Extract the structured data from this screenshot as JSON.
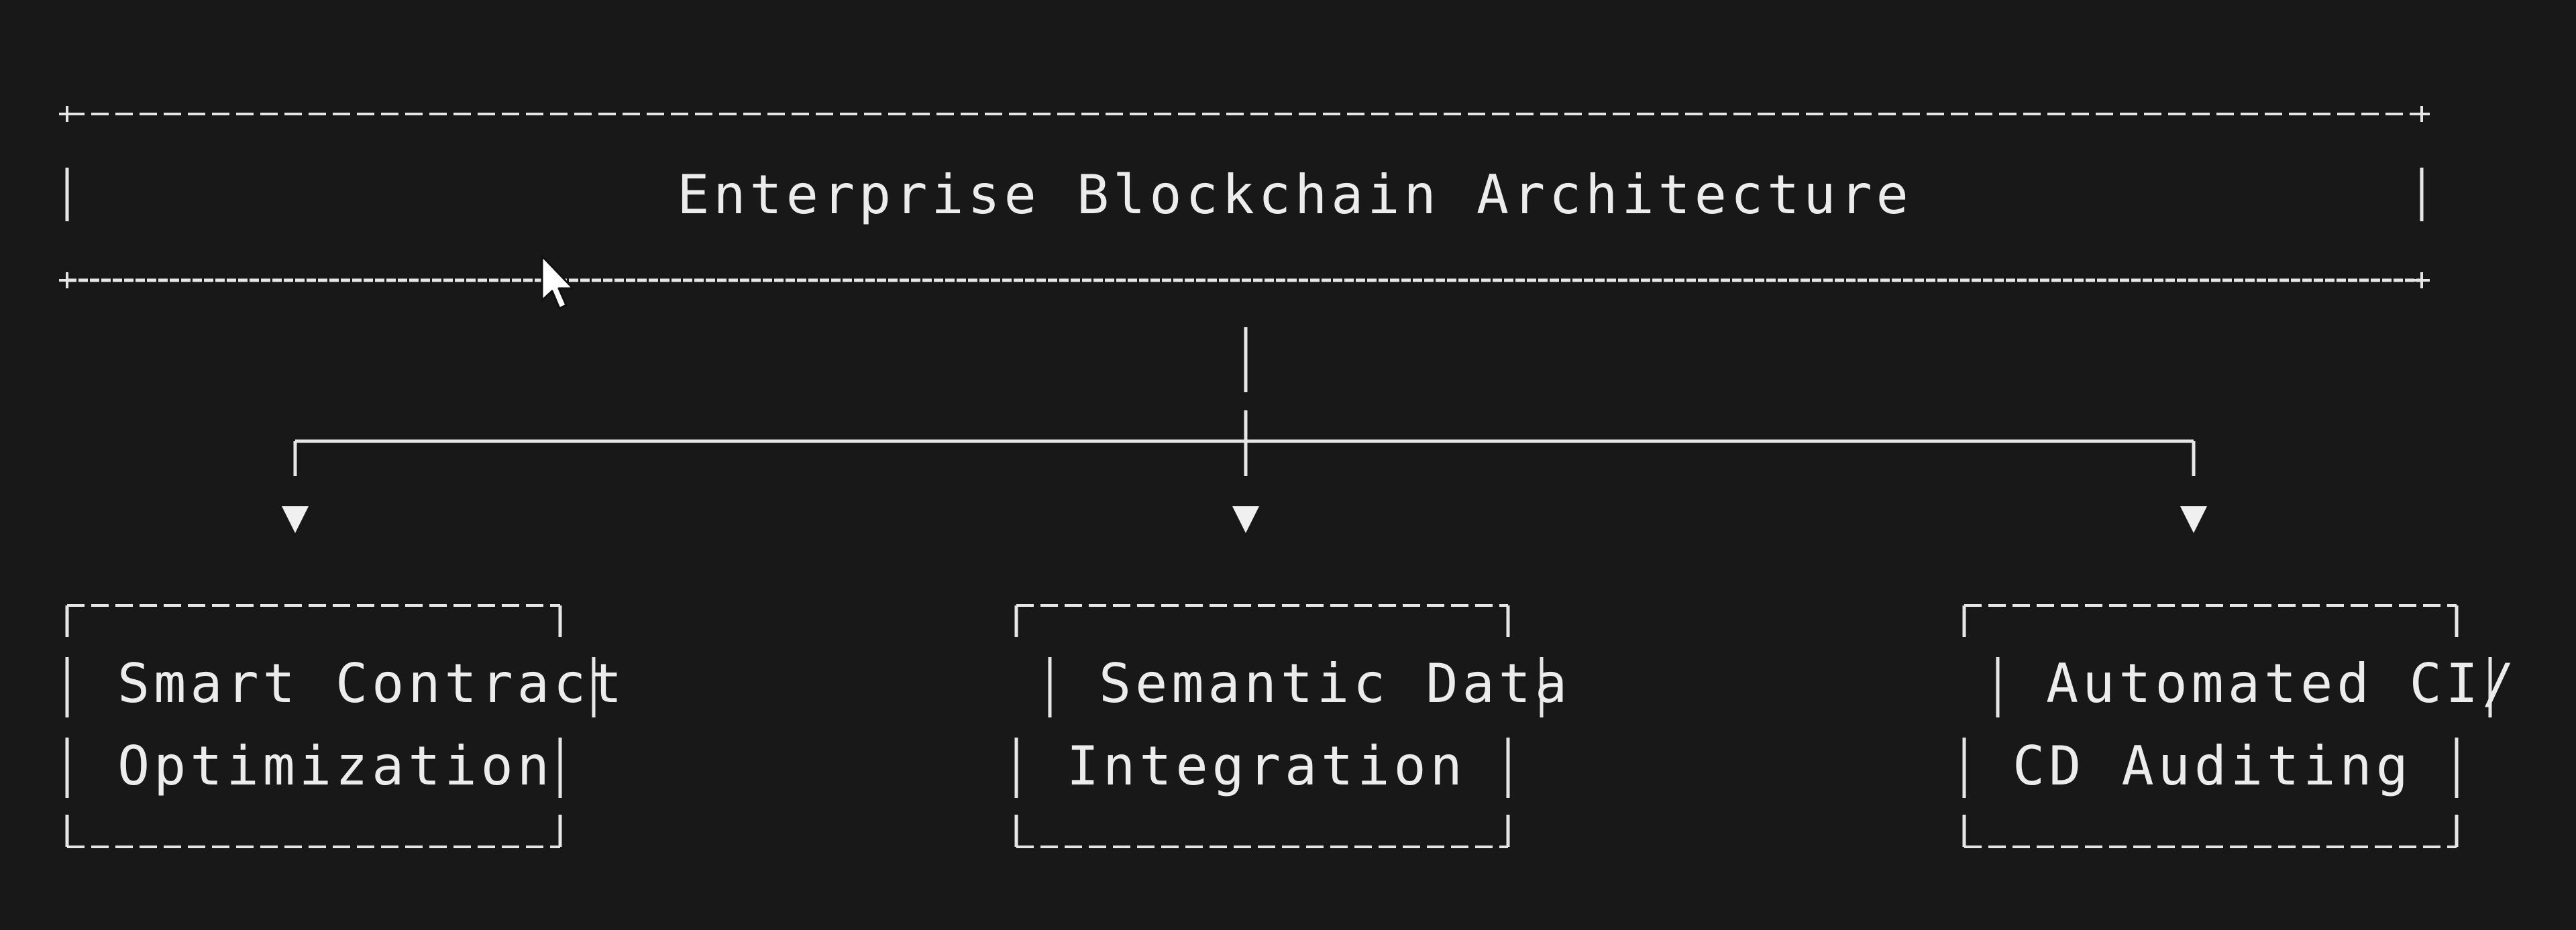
{
  "diagram": {
    "title": "Enterprise Blockchain Architecture",
    "nodes": [
      {
        "id": "smart-contract",
        "lines": [
          "Smart Contract",
          "Optimization"
        ]
      },
      {
        "id": "semantic-data",
        "lines": [
          "Semantic Data",
          "Integration"
        ]
      },
      {
        "id": "automated-ci-cd",
        "lines": [
          "Automated CI/",
          "CD Auditing"
        ]
      }
    ],
    "connections": [
      {
        "from": "title",
        "to": "smart-contract"
      },
      {
        "from": "title",
        "to": "semantic-data"
      },
      {
        "from": "title",
        "to": "automated-ci-cd"
      }
    ]
  },
  "icons": {
    "cursor": "mouse-pointer-icon"
  }
}
